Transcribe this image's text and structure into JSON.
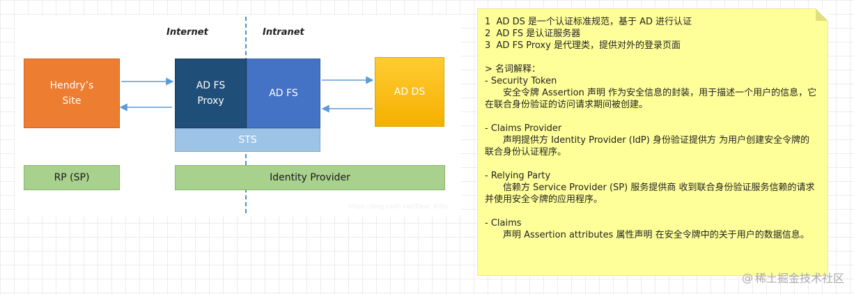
{
  "diagram": {
    "zones": {
      "internet": "Internet",
      "intranet": "Intranet"
    },
    "boxes": {
      "hendry": "Hendry’s\nSite",
      "proxy": "AD FS\nProxy",
      "adfs": "AD FS",
      "sts": "STS",
      "adds": "AD DS",
      "rp": "RP (SP)",
      "idp": "Identity Provider"
    },
    "watermark": "https://blog.csdn.net/Dear_Kitty"
  },
  "note": {
    "lines": [
      "1  AD DS 是一个认证标准规范，基于 AD 进行认证",
      "2  AD FS 是认证服务器",
      "3  AD FS Proxy 是代理类，提供对外的登录页面",
      "",
      "> 名词解释：",
      "- Security Token",
      "安全令牌 Assertion 声明 作为安全信息的封装，用于描述一个用户的信息，它在联合身份验证的访问请求期间被创建。",
      "",
      "- Claims Provider",
      "声明提供方 Identity Provider (IdP) 身份验证提供方 为用户创建安全令牌的联合身份认证程序。",
      "",
      "- Relying Party",
      "信赖方 Service Provider (SP) 服务提供商 收到联合身份验证服务信赖的请求并使用安全令牌的应用程序。",
      "",
      "- Claims",
      "声明 Assertion attributes 属性声明 在安全令牌中的关于用户的数据信息。"
    ]
  },
  "brand": {
    "at": "@",
    "name": "稀土掘金技术社区"
  },
  "colors": {
    "site": "#ed7d31",
    "proxy": "#1f4e79",
    "adfs": "#4472c4",
    "sts": "#9dc3e6",
    "adds": "#ffc000",
    "provider": "#a9d18e",
    "arrow": "#5b9bd5",
    "note": "#ffff99"
  }
}
